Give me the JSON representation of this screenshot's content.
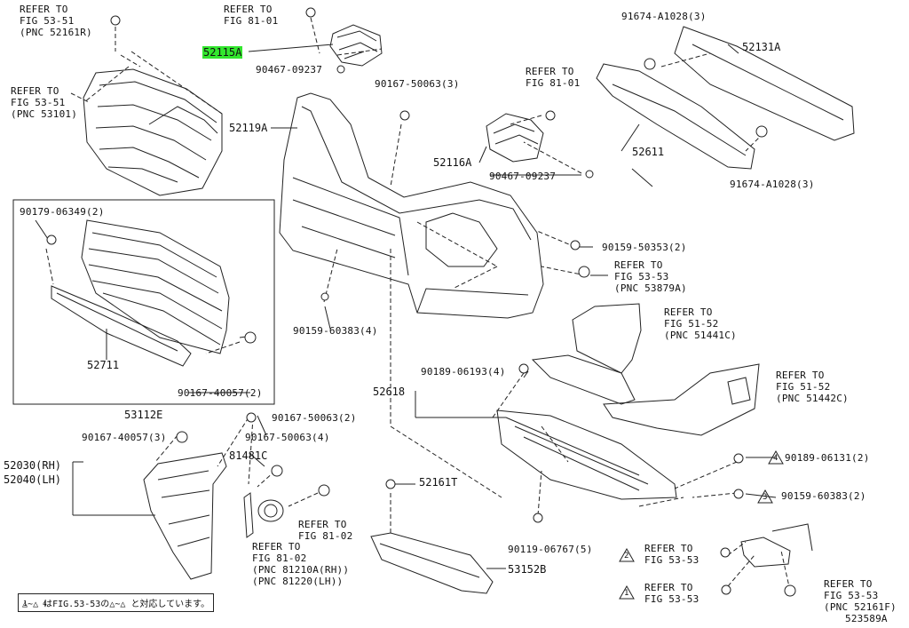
{
  "diagram_id": "523589A",
  "highlight_color": "#33e62e",
  "callouts": {
    "ref_53_51_top": "REFER TO\nFIG 53-51\n(PNC 52161R)",
    "ref_53_51_grille": "REFER TO\nFIG 53-51\n(PNC 53101)",
    "ref_81_01_top": "REFER TO\nFIG 81-01",
    "ref_81_01_mid": "REFER TO\nFIG 81-01",
    "ref_53_53_a": "REFER TO\nFIG 53-53\n(PNC 53879A)",
    "ref_51_52_a": "REFER TO\nFIG 51-52\n(PNC 51441C)",
    "ref_51_52_b": "REFER TO\nFIG 51-52\n(PNC 51442C)",
    "ref_81_02_a": "REFER TO\nFIG 81-02",
    "ref_81_02_b": "REFER TO\nFIG 81-02\n(PNC 81210A(RH))\n(PNC 81220(LH))",
    "ref_53_53_b": "REFER TO\nFIG 53-53",
    "ref_53_53_c": "REFER TO\nFIG 53-53",
    "ref_53_53_d": "REFER TO\nFIG 53-53\n(PNC 52161F)"
  },
  "parts": {
    "p52115A": "52115A",
    "p90467_a": "90467-09237",
    "p90167_50063_3a": "90167-50063(3)",
    "p52119A": "52119A",
    "p52116A": "52116A",
    "p90467_b": "90467-09237",
    "p91674_top": "91674-A1028(3)",
    "p52131A": "52131A",
    "p52611": "52611",
    "p91674_bot": "91674-A1028(3)",
    "p90179": "90179-06349(2)",
    "p52711": "52711",
    "p90167_40057_2": "90167-40057(2)",
    "p53112E": "53112E",
    "p90159_50353": "90159-50353(2)",
    "p90159_60383_4": "90159-60383(4)",
    "p90189_06193": "90189-06193(4)",
    "p52618": "52618",
    "p90167_50063_2": "90167-50063(2)",
    "p90167_40057_3": "90167-40057(3)",
    "p90167_50063_4": "90167-50063(4)",
    "p81481C": "81481C",
    "p52030": "52030(RH)",
    "p52040": "52040(LH)",
    "p52161T": "52161T",
    "p90119": "90119-06767(5)",
    "p53152B": "53152B",
    "p90189_06131": "90189-06131(2)",
    "p90159_60383_2": "90159-60383(2)"
  },
  "markers": {
    "m4a": "4",
    "m3": "3",
    "m2": "2",
    "m1": "1"
  },
  "legend": {
    "text": "1 ~ 4 はFIG.53-53の 1 ~ 4 と対応しています。",
    "part1": "1",
    "sep1": "~",
    "part2": "4",
    "mid": "はFIG.53-53の",
    "part3": "1",
    "sep2": "~",
    "part4": "4",
    "end": "と対応しています。"
  }
}
